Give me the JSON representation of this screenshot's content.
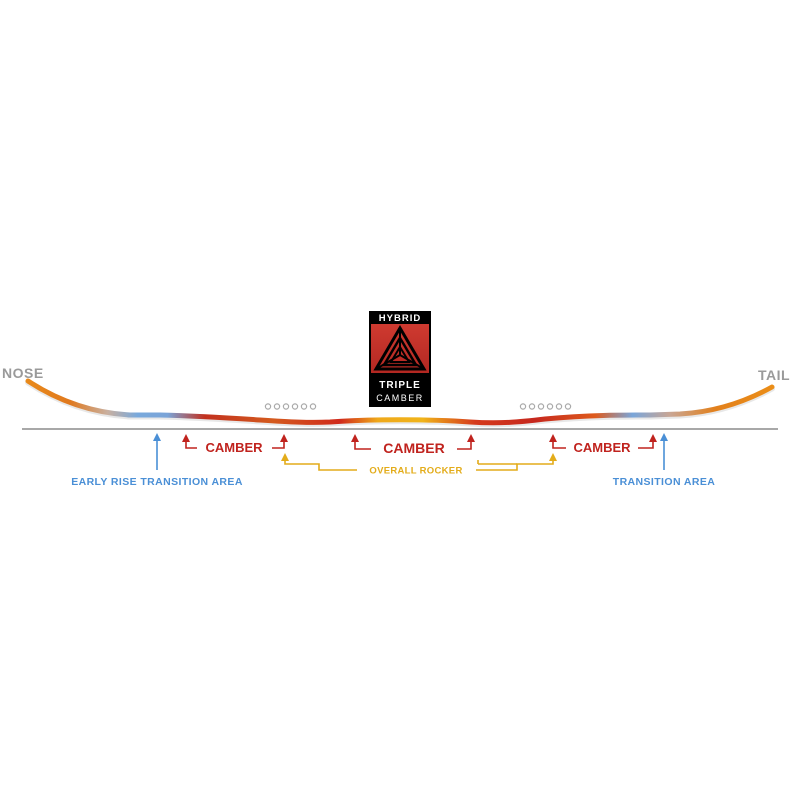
{
  "labels": {
    "nose": "NOSE",
    "tail": "TAIL",
    "camber_left": "CAMBER",
    "camber_center": "CAMBER",
    "camber_right": "CAMBER",
    "overall_rocker": "OVERALL ROCKER",
    "early_rise_transition": "EARLY RISE TRANSITION AREA",
    "transition_area": "TRANSITION AREA"
  },
  "logo": {
    "line1": "HYBRID",
    "line2": "TRIPLE",
    "line3": "CAMBER"
  },
  "colors": {
    "camber": "#c0231e",
    "rocker": "#e3ac1a",
    "transition": "#4a8fd6",
    "baseline": "#a8a8a8",
    "label_gray": "#9a9a9a",
    "logo_bg": "#c1302a"
  }
}
